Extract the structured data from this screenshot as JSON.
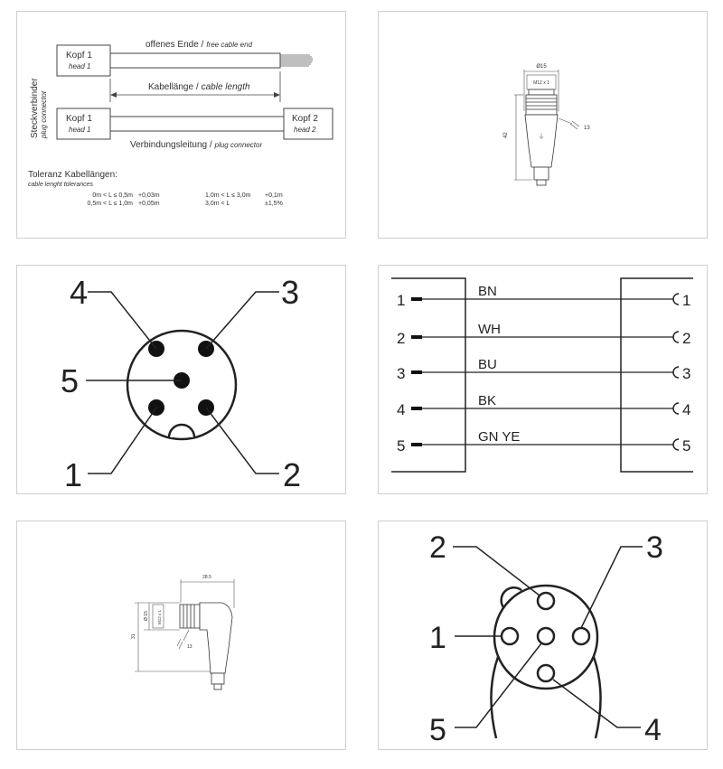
{
  "cable_panel": {
    "side_label": "Steckverbinder",
    "side_label_en": "plug connector",
    "head1_de": "Kopf 1",
    "head1_en": "head 1",
    "head2_de": "Kopf 2",
    "head2_en": "head 2",
    "free_end_de": "offenes Ende /",
    "free_end_en": "free cable end",
    "length_de": "Kabellänge /",
    "length_en": "cable length",
    "connection_de": "Verbindungsleitung /",
    "connection_en": "plug connector",
    "tolerance_title": "Toleranz Kabellängen:",
    "tolerance_subtitle": "cable lenght tolerances",
    "tolerances": [
      {
        "range": "0m < L ≤ 0,5m",
        "value": "+0,03m"
      },
      {
        "range": "0,5m < L ≤ 1,0m",
        "value": "+0,05m"
      },
      {
        "range": "1,0m < L ≤ 3,0m",
        "value": "+0,1m"
      },
      {
        "range": "3,0m < L",
        "value": "±1,5%"
      }
    ]
  },
  "straight_connector": {
    "diameter": "Ø15",
    "thread": "M12 x 1",
    "length": "42",
    "wrench": "13"
  },
  "pinout_male": {
    "pins": [
      "1",
      "2",
      "3",
      "4",
      "5"
    ]
  },
  "wiring": {
    "rows": [
      {
        "left": "1",
        "color": "BN",
        "right": "1"
      },
      {
        "left": "2",
        "color": "WH",
        "right": "2"
      },
      {
        "left": "3",
        "color": "BU",
        "right": "3"
      },
      {
        "left": "4",
        "color": "BK",
        "right": "4"
      },
      {
        "left": "5",
        "color": "GN YE",
        "right": "5"
      }
    ]
  },
  "angled_connector": {
    "width": "28.5",
    "diameter": "Ø 15",
    "thread": "M12 x 1",
    "length": "31",
    "wrench": "13"
  },
  "pinout_female": {
    "pins": [
      "1",
      "2",
      "3",
      "4",
      "5"
    ]
  }
}
